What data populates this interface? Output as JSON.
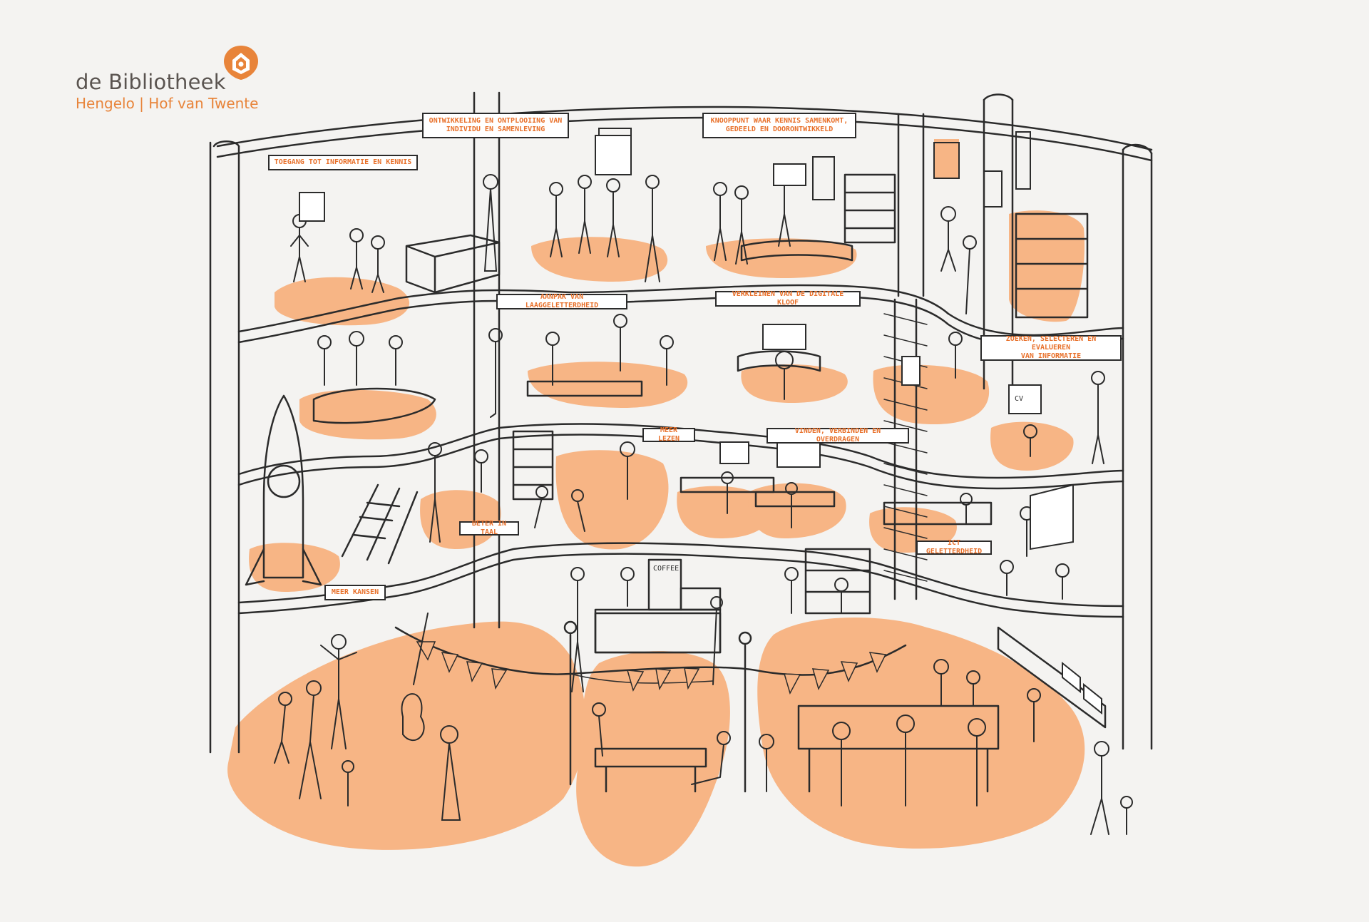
{
  "brand": {
    "name": "de Bibliotheek",
    "subtitle": "Hengelo | Hof van Twente",
    "logo_icon": "library-shield-logo-icon",
    "accent_color": "#e8843a"
  },
  "colors": {
    "background": "#f4f3f1",
    "accent": "#f7b585",
    "ink": "#2b2b2b",
    "label_text": "#e8702a"
  },
  "labels": {
    "toegang": "TOEGANG TOT INFORMATIE EN KENNIS",
    "ontwikkeling": "ONTWIKKELING EN ONTPLOOIING VAN\nINDIVIDU EN SAMENLEVING",
    "knooppunt": "KNOOPPUNT WAAR KENNIS SAMENKOMT,\nGEDEELD EN DOORONTWIKKELD",
    "aanpak": "AANPAK VAN LAAGGELETTERDHEID",
    "verkleinen": "VERKLEINEN VAN DE DIGITALE KLOOF",
    "zoeken": "ZOEKEN, SELECTEREN EN EVALUEREN\nVAN INFORMATIE",
    "meer_lezen": "MEER LEZEN",
    "vinden": "VINDEN, VERBINDEN EN OVERDRAGEN",
    "beter_in_taal": "BETER IN TAAL",
    "ict": "ICT GELETTERDHEID",
    "meer_kansen": "MEER KANSEN"
  },
  "scene_text": {
    "coffee_sign": "COFFEE",
    "computer_sign": "CV"
  }
}
